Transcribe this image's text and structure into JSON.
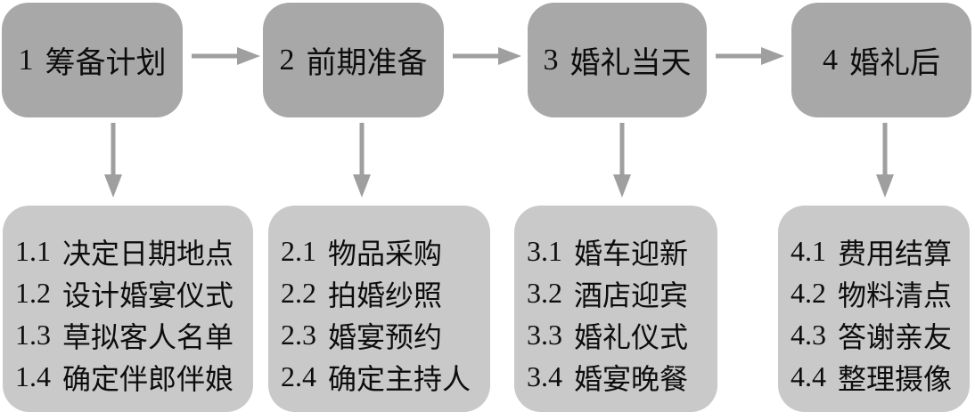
{
  "colors": {
    "background": "#ffffff",
    "phase_box_fill": "#a8a8a8",
    "detail_box_fill": "#c9c9c9",
    "arrow": "#9f9f9f",
    "text": "#0d0d0d"
  },
  "phases": [
    {
      "number": "1",
      "title": "筹备计划",
      "items": [
        {
          "num": "1.1",
          "label": "决定日期地点"
        },
        {
          "num": "1.2",
          "label": "设计婚宴仪式"
        },
        {
          "num": "1.3",
          "label": "草拟客人名单"
        },
        {
          "num": "1.4",
          "label": "确定伴郎伴娘"
        }
      ]
    },
    {
      "number": "2",
      "title": "前期准备",
      "items": [
        {
          "num": "2.1",
          "label": "物品采购"
        },
        {
          "num": "2.2",
          "label": "拍婚纱照"
        },
        {
          "num": "2.3",
          "label": "婚宴预约"
        },
        {
          "num": "2.4",
          "label": "确定主持人"
        }
      ]
    },
    {
      "number": "3",
      "title": "婚礼当天",
      "items": [
        {
          "num": "3.1",
          "label": "婚车迎新"
        },
        {
          "num": "3.2",
          "label": "酒店迎宾"
        },
        {
          "num": "3.3",
          "label": "婚礼仪式"
        },
        {
          "num": "3.4",
          "label": "婚宴晚餐"
        }
      ]
    },
    {
      "number": "4",
      "title": "婚礼后",
      "items": [
        {
          "num": "4.1",
          "label": "费用结算"
        },
        {
          "num": "4.2",
          "label": "物料清点"
        },
        {
          "num": "4.3",
          "label": "答谢亲友"
        },
        {
          "num": "4.4",
          "label": "整理摄像"
        }
      ]
    }
  ]
}
